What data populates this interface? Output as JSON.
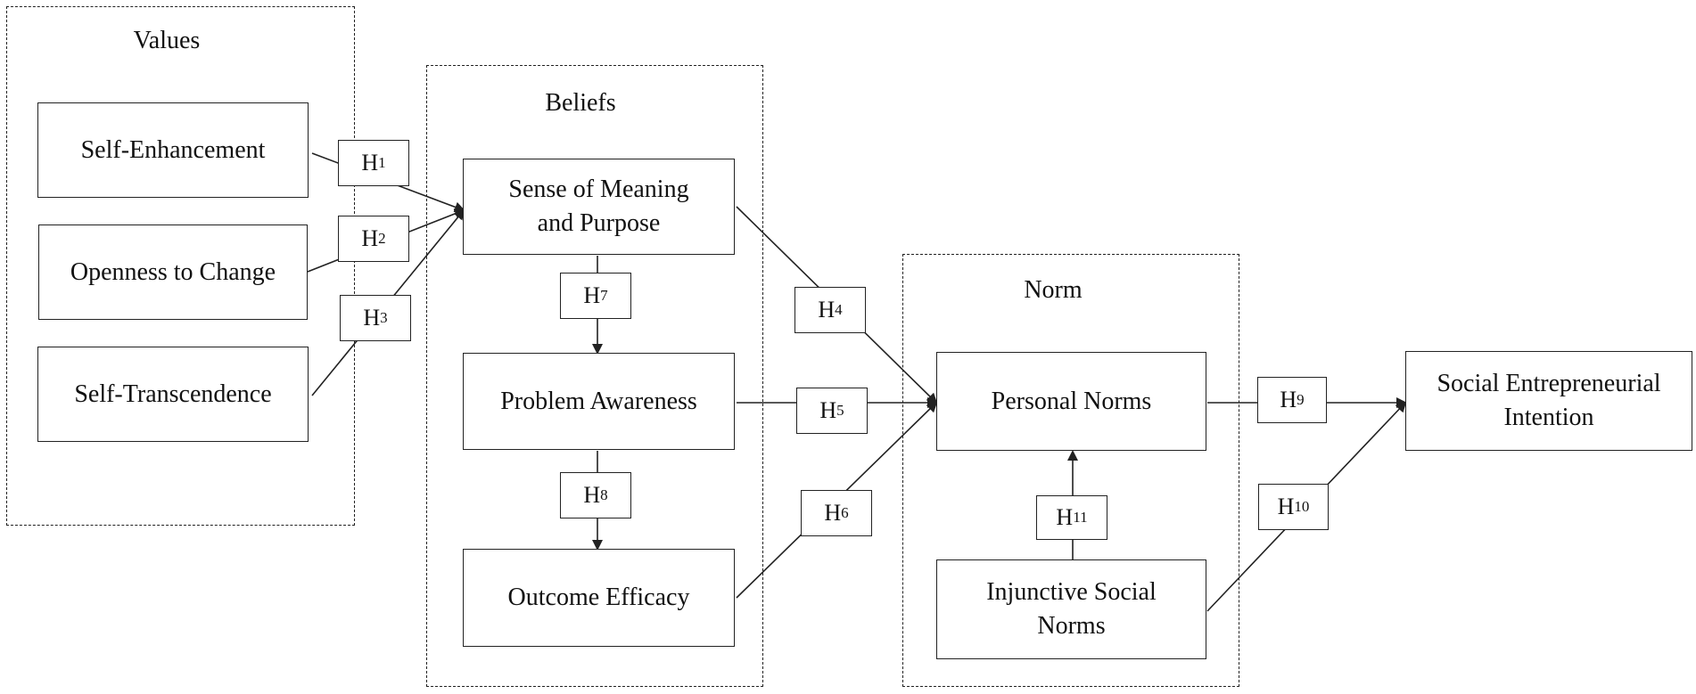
{
  "groups": {
    "values": "Values",
    "beliefs": "Beliefs",
    "norm": "Norm"
  },
  "nodes": {
    "self_enhancement": "Self-Enhancement",
    "openness_to_change": "Openness to Change",
    "self_transcendence": "Self-Transcendence",
    "sense_of_meaning_line1": "Sense of Meaning",
    "sense_of_meaning_line2": "and Purpose",
    "problem_awareness": "Problem Awareness",
    "outcome_efficacy": "Outcome Efficacy",
    "personal_norms": "Personal Norms",
    "injunctive_line1": "Injunctive Social",
    "injunctive_line2": "Norms",
    "social_intention_line1": "Social Entrepreneurial",
    "social_intention_line2": "Intention"
  },
  "hypotheses": {
    "h1": {
      "letter": "H",
      "num": "1"
    },
    "h2": {
      "letter": "H",
      "num": "2"
    },
    "h3": {
      "letter": "H",
      "num": "3"
    },
    "h4": {
      "letter": "H",
      "num": "4"
    },
    "h5": {
      "letter": "H",
      "num": "5"
    },
    "h6": {
      "letter": "H",
      "num": "6"
    },
    "h7": {
      "letter": "H",
      "num": "7"
    },
    "h8": {
      "letter": "H",
      "num": "8"
    },
    "h9": {
      "letter": "H",
      "num": "9"
    },
    "h10": {
      "letter": "H",
      "num": "10"
    },
    "h11": {
      "letter": "H",
      "num": "11"
    }
  },
  "colors": {
    "line": "#222222",
    "background": "#ffffff"
  }
}
